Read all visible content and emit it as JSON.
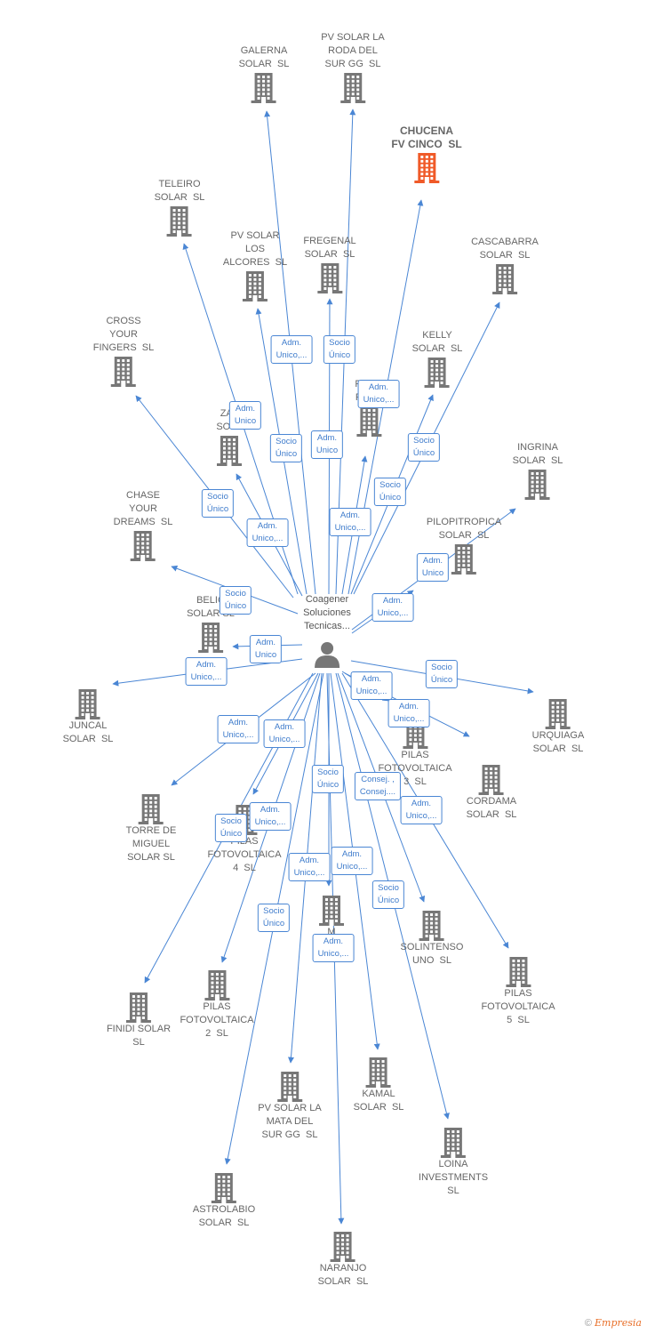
{
  "colors": {
    "edge": "#4a86d4",
    "building": "#777777",
    "focus_building": "#f05a28",
    "label": "#666666"
  },
  "center": {
    "label": "Coagener\nSoluciones\nTecnicas...",
    "icon": "person-icon"
  },
  "nodes": [
    {
      "id": "galerna",
      "label": "GALERNA\nSOLAR  SL"
    },
    {
      "id": "pvroda",
      "label": "PV SOLAR LA\nRODA DEL\nSUR GG  SL"
    },
    {
      "id": "chucena",
      "label": "CHUCENA\nFV CINCO  SL",
      "focus": true
    },
    {
      "id": "teleiro",
      "label": "TELEIRO\nSOLAR  SL"
    },
    {
      "id": "pvalcores",
      "label": "PV SOLAR\nLOS\nALCORES  SL"
    },
    {
      "id": "fregenal",
      "label": "FREGENAL\nSOLAR  SL"
    },
    {
      "id": "cascabarra",
      "label": "CASCABARRA\nSOLAR  SL"
    },
    {
      "id": "cross",
      "label": "CROSS\nYOUR\nFINGERS  SL"
    },
    {
      "id": "kelly",
      "label": "KELLY\nSOLAR  SL"
    },
    {
      "id": "pilasfoto",
      "label": "PILAS\nFOTO"
    },
    {
      "id": "zav",
      "label": "ZAV\nSOLA"
    },
    {
      "id": "ingrina",
      "label": "INGRINA\nSOLAR  SL"
    },
    {
      "id": "chase",
      "label": "CHASE\nYOUR\nDREAMS  SL"
    },
    {
      "id": "pilopitropica",
      "label": "PILOPITROPICA\nSOLAR  SL"
    },
    {
      "id": "belic",
      "label": "BELIC\nSOLAR SL"
    },
    {
      "id": "juncal",
      "label": "JUNCAL\nSOLAR  SL"
    },
    {
      "id": "urquiaga",
      "label": "URQUIAGA\nSOLAR  SL"
    },
    {
      "id": "pilas3",
      "label": "PILAS\nFOTOVOLTAICA\n3  SL"
    },
    {
      "id": "cordama",
      "label": "CORDAMA\nSOLAR  SL"
    },
    {
      "id": "torre",
      "label": "TORRE DE\nMIGUEL\nSOLAR SL"
    },
    {
      "id": "pilas4",
      "label": "PILAS\nFOTOVOLTAICA\n4  SL"
    },
    {
      "id": "m",
      "label": "M\nS"
    },
    {
      "id": "solintenso",
      "label": "SOLINTENSO\nUNO  SL"
    },
    {
      "id": "pilas5",
      "label": "PILAS\nFOTOVOLTAICA\n5  SL"
    },
    {
      "id": "finidi",
      "label": "FINIDI SOLAR\nSL"
    },
    {
      "id": "pilas2",
      "label": "PILAS\nFOTOVOLTAICA\n2  SL"
    },
    {
      "id": "pvmata",
      "label": "PV SOLAR LA\nMATA DEL\nSUR GG  SL"
    },
    {
      "id": "kamal",
      "label": "KAMAL\nSOLAR  SL"
    },
    {
      "id": "loina",
      "label": "LOINA\nINVESTMENTS\nSL"
    },
    {
      "id": "astrolabio",
      "label": "ASTROLABIO\nSOLAR  SL"
    },
    {
      "id": "naranjo",
      "label": "NARANJO\nSOLAR  SL"
    }
  ],
  "badges": [
    {
      "id": "b1",
      "text": "Adm.\nUnico,..."
    },
    {
      "id": "b2",
      "text": "Socio\nÚnico"
    },
    {
      "id": "b3",
      "text": "Adm.\nUnico,..."
    },
    {
      "id": "b4",
      "text": "Adm.\nUnico"
    },
    {
      "id": "b5",
      "text": "Socio\nÚnico"
    },
    {
      "id": "b6",
      "text": "Adm.\nUnico"
    },
    {
      "id": "b7",
      "text": "Socio\nÚnico"
    },
    {
      "id": "b8",
      "text": "Socio\nÚnico"
    },
    {
      "id": "b9",
      "text": "Socio\nÚnico"
    },
    {
      "id": "b10",
      "text": "Adm.\nUnico,..."
    },
    {
      "id": "b11",
      "text": "Adm.\nUnico,..."
    },
    {
      "id": "b12",
      "text": "Adm.\nUnico"
    },
    {
      "id": "b13",
      "text": "Socio\nÚnico"
    },
    {
      "id": "b14",
      "text": "Adm.\nUnico,..."
    },
    {
      "id": "b15",
      "text": "Adm.\nUnico"
    },
    {
      "id": "b16",
      "text": "Adm.\nUnico,..."
    },
    {
      "id": "b17",
      "text": "Socio\nÚnico"
    },
    {
      "id": "b18",
      "text": "Adm.\nUnico,..."
    },
    {
      "id": "b19",
      "text": "Adm.\nUnico,..."
    },
    {
      "id": "b20",
      "text": "Adm.\nUnico,..."
    },
    {
      "id": "b21",
      "text": "Adm.\nUnico,..."
    },
    {
      "id": "b22",
      "text": "Socio\nÚnico"
    },
    {
      "id": "b23",
      "text": "Consej. ,\nConsej...."
    },
    {
      "id": "b24",
      "text": "Adm.\nUnico,..."
    },
    {
      "id": "b25",
      "text": "Socio\nÚnico"
    },
    {
      "id": "b26",
      "text": "Adm.\nUnico,..."
    },
    {
      "id": "b27",
      "text": "Adm.\nUnico,..."
    },
    {
      "id": "b28",
      "text": "Adm.\nUnico,..."
    },
    {
      "id": "b29",
      "text": "Socio\nÚnico"
    },
    {
      "id": "b30",
      "text": "Socio\nÚnico"
    },
    {
      "id": "b31",
      "text": "Adm.\nUnico,..."
    }
  ],
  "footer": {
    "copyright": "©",
    "brand": "Empresia"
  }
}
